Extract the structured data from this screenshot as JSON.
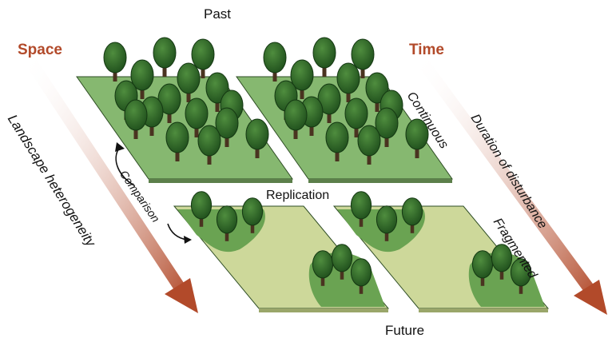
{
  "labels": {
    "past": "Past",
    "future": "Future",
    "space": "Space",
    "time": "Time",
    "landscape_heterogeneity": "Landscape heterogeneity",
    "duration_of_disturbance": "Duration of disturbance",
    "continuous": "Continuous",
    "fragmented": "Fragmented",
    "replication": "Replication",
    "comparison": "Comparison"
  },
  "colors": {
    "arrow": "#b24a2a",
    "plot_forest": "#86b870",
    "plot_open": "#cdd89a",
    "tree_crown": "#2f6b2a",
    "tree_trunk": "#4a3320",
    "forest_patch": "#5e9c48"
  },
  "panels": [
    {
      "id": "past-left",
      "state": "continuous"
    },
    {
      "id": "past-right",
      "state": "continuous"
    },
    {
      "id": "future-left",
      "state": "fragmented"
    },
    {
      "id": "future-right",
      "state": "fragmented"
    }
  ]
}
